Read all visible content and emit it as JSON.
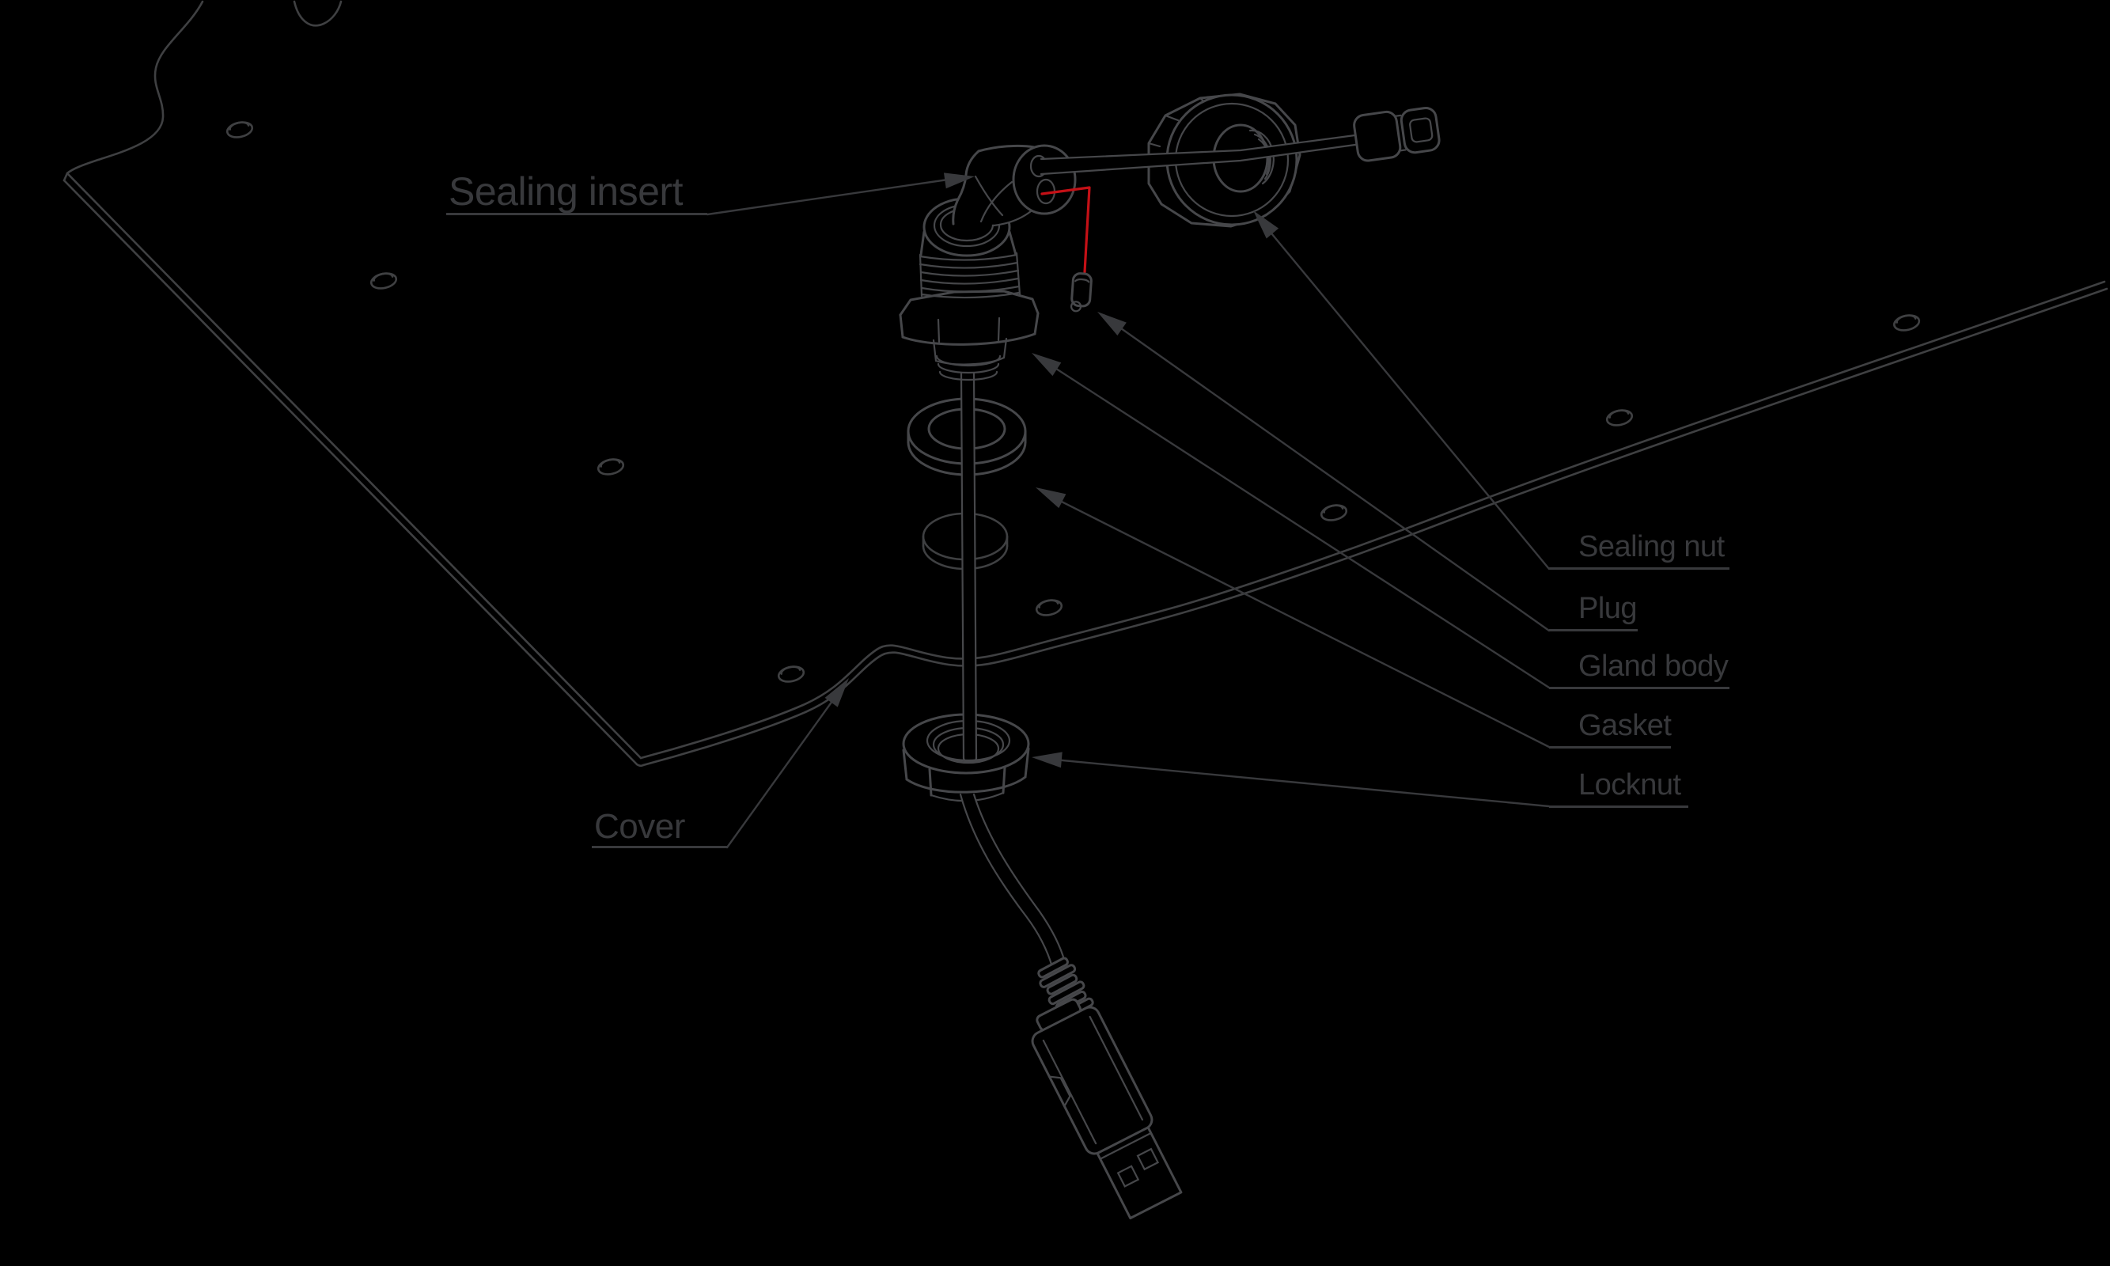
{
  "diagram_title": "USB cable gland exploded view",
  "colors": {
    "background": "#000000",
    "line": "#46474a",
    "plate_line": "#3f4042",
    "label_text": "#38393c",
    "highlight_red": "#c41016"
  },
  "labels": {
    "sealing_insert": "Sealing insert",
    "sealing_nut": "Sealing nut",
    "plug": "Plug",
    "gland_body": "Gland body",
    "gasket": "Gasket",
    "locknut": "Locknut",
    "cover": "Cover"
  }
}
